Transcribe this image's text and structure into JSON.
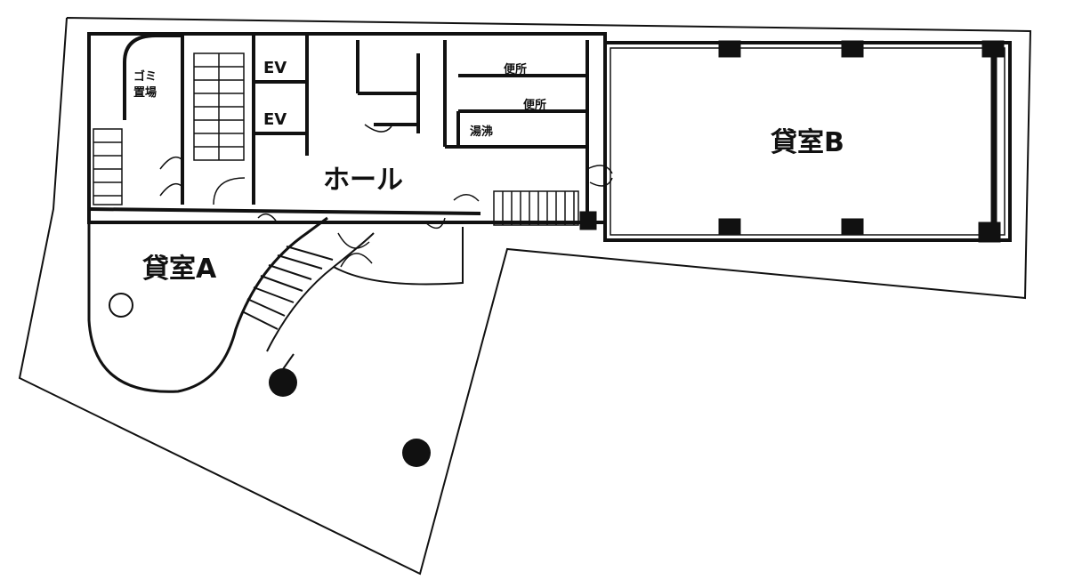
{
  "labels": {
    "rental_room_a": "貸室A",
    "rental_room_b": "貸室B",
    "hall": "ホール",
    "ev_upper": "EV",
    "ev_lower": "EV",
    "garbage_line1": "ゴミ",
    "garbage_line2": "置場",
    "toilet_upper": "便所",
    "toilet_lower": "便所",
    "hot_water": "湯沸"
  }
}
